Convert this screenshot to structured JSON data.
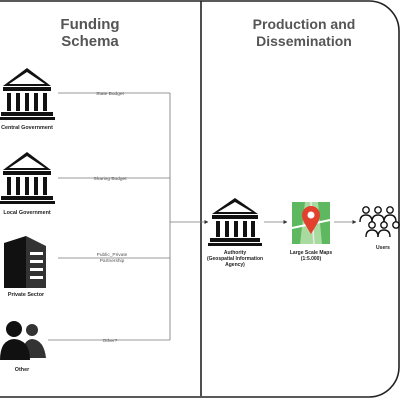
{
  "panels": {
    "left_title": [
      "Funding",
      "Schema"
    ],
    "right_title": [
      "Production and",
      "Dissemination"
    ]
  },
  "sources": [
    {
      "id": "central",
      "label": "Central Government",
      "icon": "government-building-icon",
      "edge_label": [
        "State Budget"
      ]
    },
    {
      "id": "local",
      "label": "Local Government",
      "icon": "government-building-icon",
      "edge_label": [
        "Sharing Budget"
      ]
    },
    {
      "id": "private",
      "label": "Private Sector",
      "icon": "office-building-icon",
      "edge_label": [
        "Public_Private",
        "Partnership"
      ]
    },
    {
      "id": "other",
      "label": "Other",
      "icon": "people-icon",
      "edge_label": [
        "Other?"
      ]
    }
  ],
  "flow": [
    {
      "id": "authority",
      "label": [
        "Authority",
        "(Geospatial Information",
        "Agency)"
      ],
      "icon": "government-building-icon"
    },
    {
      "id": "maps",
      "label": [
        "Large Scale Maps",
        "(1:5.000)"
      ],
      "icon": "map-pin-icon"
    },
    {
      "id": "users",
      "label": [
        "Users"
      ],
      "icon": "users-group-icon"
    }
  ],
  "colors": {
    "frame": "#222222",
    "heading": "#555555",
    "connector": "#777777",
    "icon": "#111111",
    "map_green": "#5db85f",
    "map_light": "#a9dba0",
    "pin_red": "#e2412e"
  }
}
